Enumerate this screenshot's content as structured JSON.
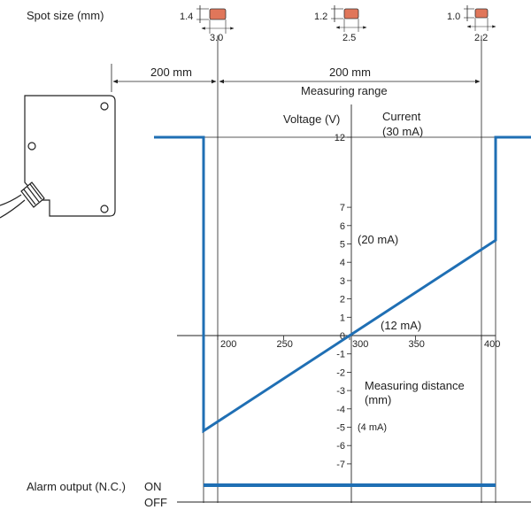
{
  "spot": {
    "title": "Spot size (mm)",
    "items": [
      {
        "h": "1.4",
        "w": "3.0"
      },
      {
        "h": "1.2",
        "w": "2.5"
      },
      {
        "h": "1.0",
        "w": "2.2"
      }
    ],
    "color": "#e0765a"
  },
  "dims": {
    "left_label": "200 mm",
    "right_label": "200 mm",
    "range_label": "Measuring range"
  },
  "axes": {
    "voltage_label": "Voltage (V)",
    "current_label": "Current",
    "current_unit": "(30 mA)",
    "v_ticks": [
      "12",
      "7",
      "6",
      "5",
      "4",
      "3",
      "2",
      "1",
      "0",
      "-1",
      "-2",
      "-3",
      "-4",
      "-5",
      "-6",
      "-7"
    ],
    "x_ticks": [
      "200",
      "250",
      "300",
      "350",
      "400"
    ],
    "ma_20": "(20 mA)",
    "ma_12": "(12 mA)",
    "ma_4": "(4 mA)",
    "distance_label": "Measuring distance",
    "distance_unit": "(mm)"
  },
  "alarm": {
    "label": "Alarm output (N.C.)",
    "on": "ON",
    "off": "OFF"
  },
  "colors": {
    "line": "#1f6fb4",
    "stroke": "#222222"
  },
  "chart_data": {
    "type": "line",
    "xlabel": "Measuring distance (mm)",
    "ylabel": "Voltage (V)",
    "x_ticks": [
      200,
      250,
      300,
      350,
      400
    ],
    "y_ticks": [
      -7,
      -6,
      -5,
      -4,
      -3,
      -2,
      -1,
      0,
      1,
      2,
      3,
      4,
      5,
      6,
      7,
      12
    ],
    "series": [
      {
        "x": [
          190,
          190,
          410,
          410
        ],
        "y": [
          12,
          -5.2,
          5.2,
          12
        ]
      }
    ]
  }
}
